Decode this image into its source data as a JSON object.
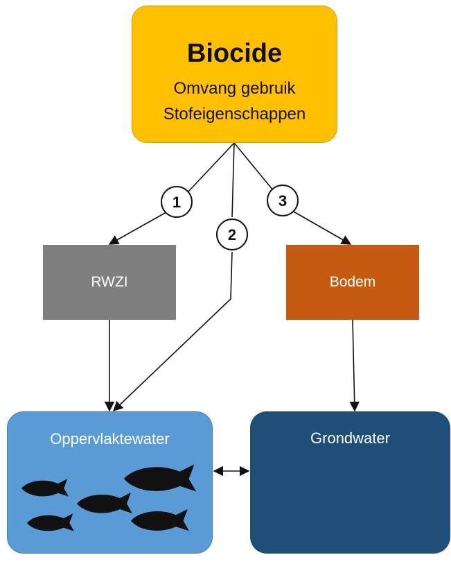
{
  "nodes": {
    "biocide": {
      "title": "Biocide",
      "line1": "Omvang gebruik",
      "line2": "Stofeigenschappen",
      "color": "#FFC000"
    },
    "rwzi": {
      "label": "RWZI",
      "color": "#7F7F7F"
    },
    "bodem": {
      "label": "Bodem",
      "color": "#C55A11"
    },
    "oppervlaktewater": {
      "label": "Oppervlaktewater",
      "color": "#5B9BD5",
      "icons": "fish-icon"
    },
    "grondwater": {
      "label": "Grondwater",
      "color": "#1F4E79"
    }
  },
  "routes": [
    {
      "number": "1",
      "from": "Biocide",
      "to": "RWZI"
    },
    {
      "number": "2",
      "from": "Biocide",
      "to": "Oppervlaktewater"
    },
    {
      "number": "3",
      "from": "Biocide",
      "to": "Bodem"
    }
  ],
  "links": [
    {
      "from": "RWZI",
      "to": "Oppervlaktewater"
    },
    {
      "from": "Bodem",
      "to": "Grondwater"
    },
    {
      "from": "Oppervlaktewater",
      "to": "Grondwater",
      "bidirectional": true
    }
  ]
}
